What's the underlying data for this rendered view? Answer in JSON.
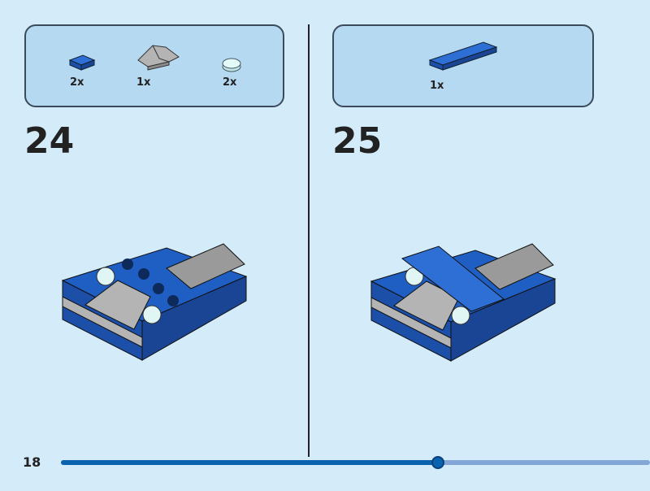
{
  "page_number": "18",
  "progress": 0.64,
  "steps": [
    {
      "number": "24",
      "parts": [
        {
          "icon": "blue-tile-1x1-icon",
          "qty": "2x"
        },
        {
          "icon": "grey-slope-icon",
          "qty": "1x"
        },
        {
          "icon": "trans-clear-round-tile-icon",
          "qty": "2x"
        }
      ]
    },
    {
      "number": "25",
      "parts": [
        {
          "icon": "blue-tile-1x4-icon",
          "qty": "1x"
        }
      ]
    }
  ],
  "colors": {
    "background": "#d4ebfa",
    "callout": "#b6d9f2",
    "brick_blue": "#1f5fc4",
    "progress": "#0b63b0"
  }
}
